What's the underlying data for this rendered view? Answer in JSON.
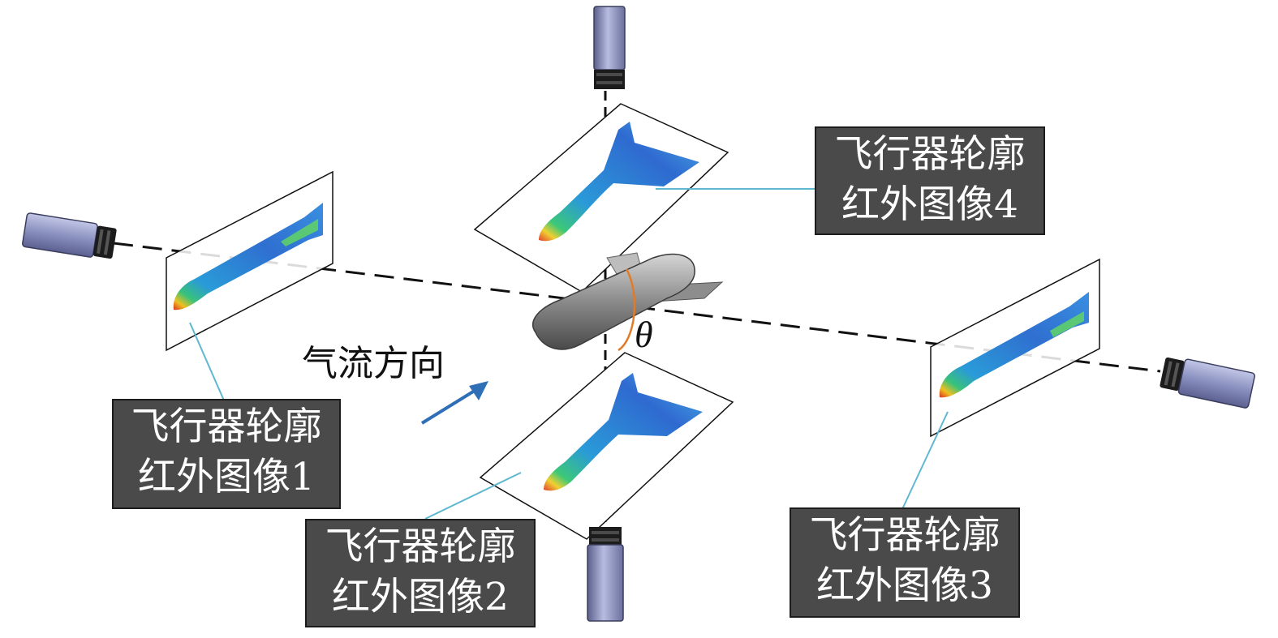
{
  "labels": [
    {
      "id": "1",
      "line1": "飞行器轮廓",
      "line2": "红外图像1"
    },
    {
      "id": "2",
      "line1": "飞行器轮廓",
      "line2": "红外图像2"
    },
    {
      "id": "3",
      "line1": "飞行器轮廓",
      "line2": "红外图像3"
    },
    {
      "id": "4",
      "line1": "飞行器轮廓",
      "line2": "红外图像4"
    }
  ],
  "flow_direction_label": "气流方向",
  "angle_symbol": "θ",
  "colors": {
    "label_bg": "#4a4a4a",
    "leader_line": "#5fb8cf",
    "flow_arrow": "#2f6fb8",
    "angle_arc": "#e07b2a",
    "camera_body": "#7f86b5",
    "thermal_base": "#2f6fd0"
  },
  "icons": [
    "camera-icon",
    "aircraft-model-icon",
    "flow-arrow-icon"
  ]
}
